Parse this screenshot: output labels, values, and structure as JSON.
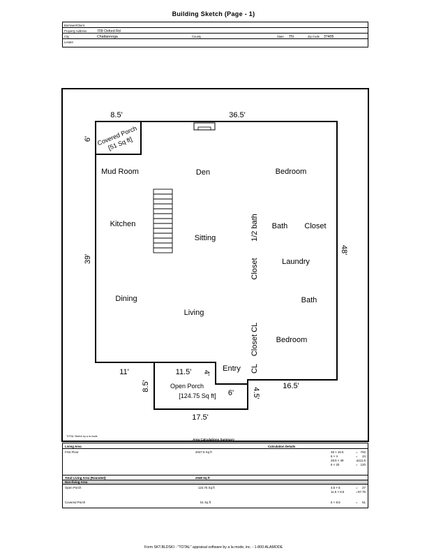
{
  "title": "Building Sketch (Page - 1)",
  "header": {
    "borrower_label": "Borrower/Client",
    "borrower_value": "",
    "property_label": "Property Address",
    "property_value": "709 Oxford Rd",
    "city_label": "City",
    "city_value": "Chattanooga",
    "county_label": "County",
    "county_value": "",
    "state_label": "State",
    "state_value": "TN",
    "zip_label": "Zip Code",
    "zip_value": "37405",
    "lender_label": "Lender",
    "lender_value": ""
  },
  "sketch": {
    "dims": {
      "top_left": "8.5'",
      "top_main": "36.5'",
      "porch_side": "6'",
      "left": "39'",
      "right": "48'",
      "bottom_left": "11'",
      "open_porch_top": "11.5'",
      "open_porch_left": "8.5'",
      "open_porch_bottom": "17.5'",
      "entry_right": "4'",
      "entry_bottom": "6'",
      "step_vert": "4.5'",
      "bottom_right": "16.5'"
    },
    "covered_porch_name": "Covered Porch",
    "covered_porch_area": "[51 Sq ft]",
    "open_porch_name": "Open Porch",
    "open_porch_area": "[124.75 Sq ft]",
    "rooms": {
      "mud_room": "Mud Room",
      "den": "Den",
      "bedroom_top": "Bedroom",
      "kitchen": "Kitchen",
      "sitting": "Sitting",
      "half_bath": "1/2 bath",
      "bath_top": "Bath",
      "closet_top": "Closet",
      "laundry": "Laundry",
      "closet_mid": "Closet",
      "dining": "Dining",
      "living": "Living",
      "bath_bottom": "Bath",
      "closet_cl": "Closet CL",
      "bedroom_bottom": "Bedroom",
      "entry": "Entry",
      "cl": "CL"
    }
  },
  "sketch_credit": "TOTAL Sketch by a la mode",
  "calc_title": "Area Calculations Summary",
  "areas": {
    "living_header": "Living Area",
    "calc_header": "Calculation Details",
    "first_floor_label": "First Floor",
    "first_floor_value": "2047.5 Sq ft",
    "first_floor_calcs": [
      {
        "expr": "48 × 16.5",
        "eq": "=",
        "val": "792"
      },
      {
        "expr": "6 × 4",
        "eq": "=",
        "val": "24"
      },
      {
        "expr": "28.5 × 39",
        "eq": "=",
        "val": "1111.5"
      },
      {
        "expr": "6 × 20",
        "eq": "=",
        "val": "120"
      }
    ],
    "total_label": "Total Living Area (Rounded):",
    "total_value": "2048 Sq ft",
    "nonliving_header": "Non-living Area",
    "open_porch_label": "Open Porch",
    "open_porch_value": "124.75 Sq ft",
    "open_porch_calcs": [
      {
        "expr": "4.5 × 6",
        "eq": "=",
        "val": "27"
      },
      {
        "expr": "11.5 × 8.5",
        "eq": "=",
        "val": "97.75"
      }
    ],
    "covered_porch_label": "Covered Porch",
    "covered_porch_value": "51 Sq ft",
    "covered_porch_calcs": [
      {
        "expr": "6 × 8.5",
        "eq": "=",
        "val": "51"
      }
    ]
  },
  "footer": "Form SKT.BLDSKI - \"TOTAL\" appraisal software by a la mode, inc. - 1-800-ALAMODE"
}
